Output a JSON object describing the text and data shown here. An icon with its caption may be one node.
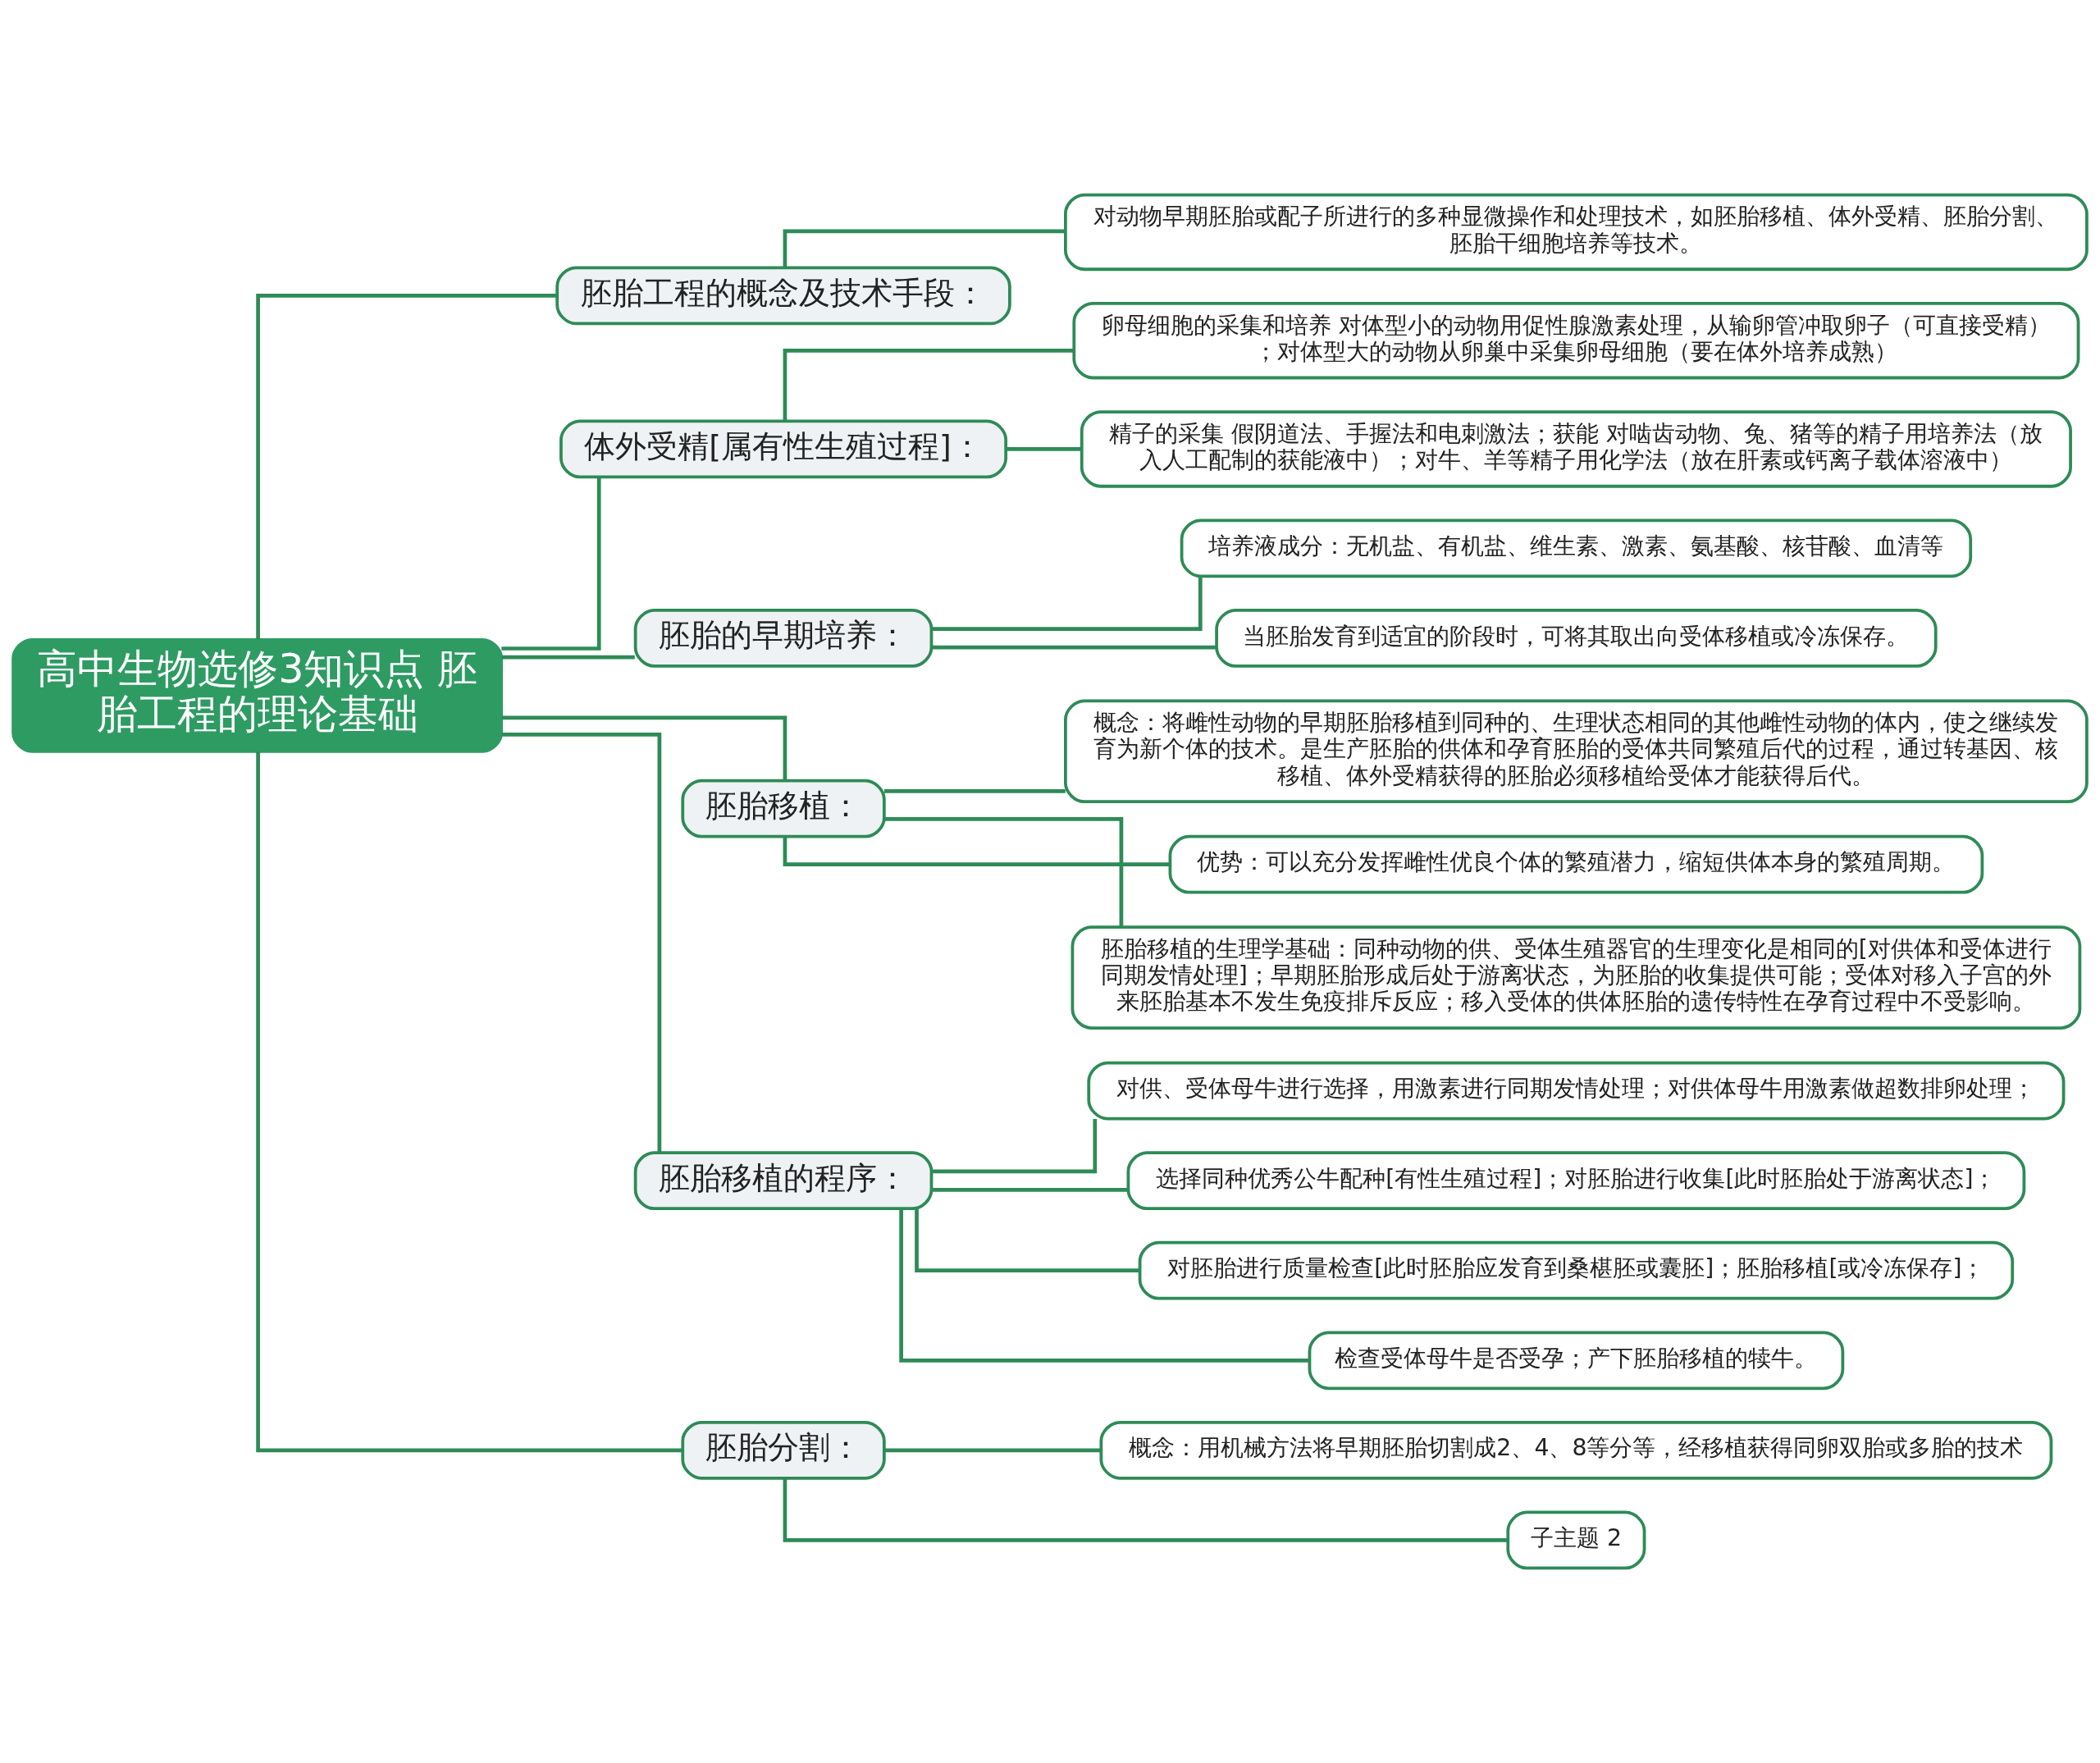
{
  "diagram": {
    "nodes": [
      {
        "text": [
          "高中生物选修3知识点 胚胎工程的理论基础"
        ]
      },
      {
        "text": [
          "胚胎工程的概念及技术手段："
        ]
      },
      {
        "text": [
          "对动物早期胚胎或配子所进行的多种显微操作和处理技术，如胚胎移植、体外受精、胚胎分割、胚胎干细胞培养等技术。"
        ]
      },
      {
        "text": [
          "体外受精[属有性生殖过程]："
        ]
      },
      {
        "text": [
          "卵母细胞的采集和培养 对体型小的动物用促性腺激素处理，从输卵管冲取卵子（可直接受精）；对体型大的动物从卵巢中采集卵母细胞（要在体外培养成熟）"
        ]
      },
      {
        "text": [
          "精子的采集 假阴道法、手握法和电刺激法；获能 对啮齿动物、兔、猪等的精子用培养法（放入人工配制的获能液中）；对牛、羊等精子用化学法（放在肝素或钙离子载体溶液中）"
        ]
      },
      {
        "text": [
          "胚胎的早期培养："
        ]
      },
      {
        "text": [
          "培养液成分：无机盐、有机盐、维生素、激素、氨基酸、核苷酸、血清等"
        ]
      },
      {
        "text": [
          "当胚胎发育到适宜的阶段时，可将其取出向受体移植或冷冻保存。"
        ]
      },
      {
        "text": [
          "胚胎移植："
        ]
      },
      {
        "text": [
          "概念：将雌性动物的早期胚胎移植到同种的、生理状态相同的其他雌性动物的体内，使之继续发育为新个体的技术。是生产胚胎的供体和孕育胚胎的受体共同繁殖后代的过程，通过转基因、核移植、体外受精获得的胚胎必须移植给受体才能获得后代。"
        ]
      },
      {
        "text": [
          "优势：可以充分发挥雌性优良个体的繁殖潜力，缩短供体本身的繁殖周期。"
        ]
      },
      {
        "text": [
          "胚胎移植的生理学基础：同种动物的供、受体生殖器官的生理变化是相同的[对供体和受体进行同期发情处理]；早期胚胎形成后处于游离状态，为胚胎的收集提供可能；受体对移入子宫的外来胚胎基本不发生免疫排斥反应；移入受体的供体胚胎的遗传特性在孕育过程中不受影响。"
        ]
      },
      {
        "text": [
          "胚胎移植的程序："
        ]
      },
      {
        "text": [
          "对供、受体母牛进行选择，用激素进行同期发情处理；对供体母牛用激素做超数排卵处理；"
        ]
      },
      {
        "text": [
          "选择同种优秀公牛配种[有性生殖过程]；对胚胎进行收集[此时胚胎处于游离状态]；"
        ]
      },
      {
        "text": [
          "对胚胎进行质量检查[此时胚胎应发育到桑椹胚或囊胚]；胚胎移植[或冷冻保存]；"
        ]
      },
      {
        "text": [
          "检查受体母牛是否受孕；产下胚胎移植的犊牛。"
        ]
      },
      {
        "text": [
          "胚胎分割："
        ]
      },
      {
        "text": [
          "概念：用机械方法将早期胚胎切割成2、4、8等分等，经移植获得同卵双胎或多胎的技术"
        ]
      },
      {
        "text": [
          "子主题 2"
        ]
      }
    ],
    "edges": [
      {
        "from": 0,
        "to": 1,
        "arrow": "none"
      },
      {
        "from": 1,
        "to": 2,
        "arrow": "none"
      },
      {
        "from": 0,
        "to": 3,
        "arrow": "none"
      },
      {
        "from": 3,
        "to": 4,
        "arrow": "none"
      },
      {
        "from": 3,
        "to": 5,
        "arrow": "none"
      },
      {
        "from": 0,
        "to": 6,
        "arrow": "none"
      },
      {
        "from": 6,
        "to": 7,
        "arrow": "none"
      },
      {
        "from": 6,
        "to": 8,
        "arrow": "none"
      },
      {
        "from": 0,
        "to": 9,
        "arrow": "none"
      },
      {
        "from": 9,
        "to": 10,
        "arrow": "none"
      },
      {
        "from": 9,
        "to": 11,
        "arrow": "none"
      },
      {
        "from": 9,
        "to": 12,
        "arrow": "none"
      },
      {
        "from": 0,
        "to": 13,
        "arrow": "none"
      },
      {
        "from": 13,
        "to": 14,
        "arrow": "none"
      },
      {
        "from": 13,
        "to": 15,
        "arrow": "none"
      },
      {
        "from": 13,
        "to": 16,
        "arrow": "none"
      },
      {
        "from": 13,
        "to": 17,
        "arrow": "none"
      },
      {
        "from": 0,
        "to": 18,
        "arrow": "none"
      },
      {
        "from": 18,
        "to": 19,
        "arrow": "none"
      },
      {
        "from": 18,
        "to": 20,
        "arrow": "none"
      }
    ]
  }
}
